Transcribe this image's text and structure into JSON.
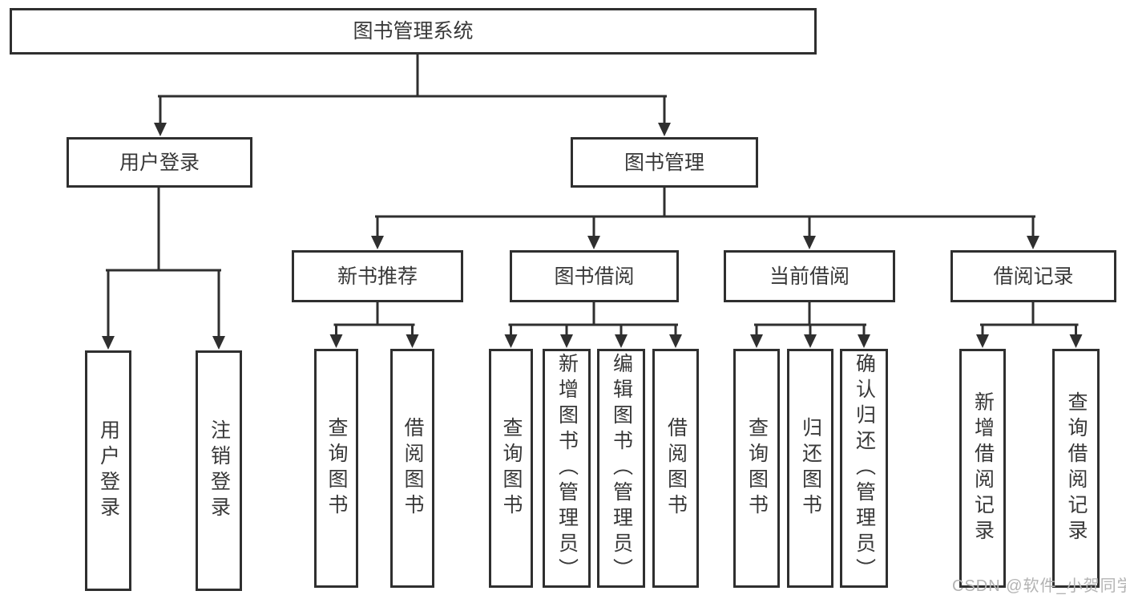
{
  "diagram_type": "functional-structure-tree",
  "tree": {
    "label": "图书管理系统",
    "children": [
      {
        "label": "用户登录",
        "children": [
          {
            "label": "用户登录"
          },
          {
            "label": "注销登录"
          }
        ]
      },
      {
        "label": "图书管理",
        "children": [
          {
            "label": "新书推荐",
            "children": [
              {
                "label": "查询图书"
              },
              {
                "label": "借阅图书"
              }
            ]
          },
          {
            "label": "图书借阅",
            "children": [
              {
                "label": "查询图书"
              },
              {
                "label": "新增图书（管理员）"
              },
              {
                "label": "编辑图书（管理员）"
              },
              {
                "label": "借阅图书"
              }
            ]
          },
          {
            "label": "当前借阅",
            "children": [
              {
                "label": "查询图书"
              },
              {
                "label": "归还图书"
              },
              {
                "label": "确认归还（管理员）"
              }
            ]
          },
          {
            "label": "借阅记录",
            "children": [
              {
                "label": "新增借阅记录"
              },
              {
                "label": "查询借阅记录"
              }
            ]
          }
        ]
      }
    ]
  },
  "watermark": {
    "text": "CSDN @软件_小贺同学"
  },
  "colors": {
    "line": "#2f2f2f",
    "box_border": "#2f2f2f",
    "box_fill": "#ffffff",
    "text": "#383838",
    "watermark": "#b3b3b3",
    "background": "#ffffff"
  }
}
